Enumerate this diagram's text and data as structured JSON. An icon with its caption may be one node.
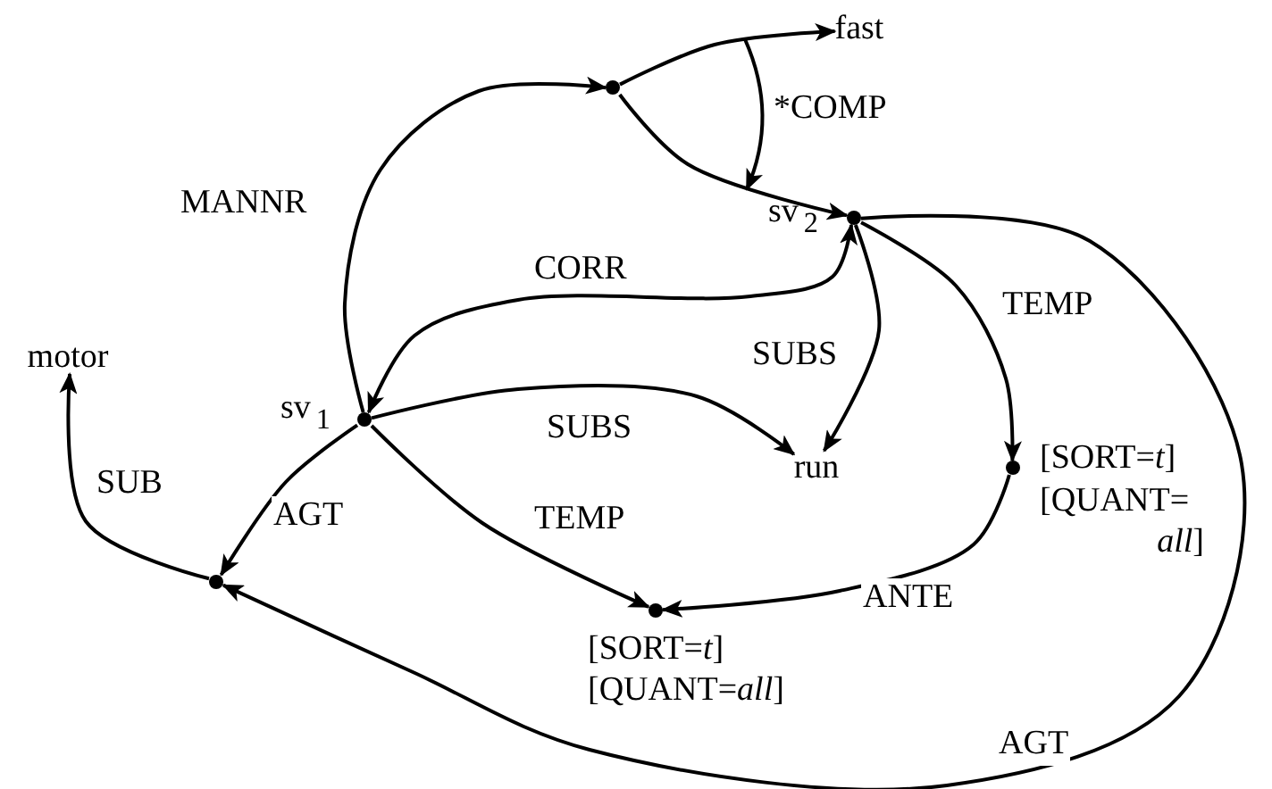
{
  "diagram": {
    "nodes": [
      {
        "text": [],
        "shape": "circle"
      },
      {
        "text": [
          "fast"
        ]
      },
      {
        "text": [],
        "shape": "circle",
        "beside": [
          "sv$_{2}$"
        ]
      },
      {
        "text": [
          "motor"
        ]
      },
      {
        "text": [],
        "shape": "circle",
        "beside": [
          "sv$_{1}$"
        ]
      },
      {
        "text": [
          "run"
        ]
      },
      {
        "text": [],
        "shape": "circle",
        "beside": [
          "[SORT=*t*]",
          "[QUANT= *all*]"
        ]
      },
      {
        "text": [],
        "shape": "circle"
      },
      {
        "text": [],
        "shape": "circle",
        "beside": [
          "[SORT=*t*]",
          "[QUANT=*all*]"
        ]
      }
    ],
    "edges": [
      {
        "from": 4,
        "to": 0,
        "arrow": "to",
        "label": "MANNR"
      },
      {
        "from": 0,
        "to": 1,
        "arrow": "to"
      },
      {
        "from": 0,
        "to": 2,
        "arrow": "to"
      },
      {
        "from": 2,
        "to": 4,
        "arrow": "both",
        "label": "CORR"
      },
      {
        "from": 4,
        "to": 5,
        "arrow": "to",
        "label": "SUBS"
      },
      {
        "from": 2,
        "to": 5,
        "arrow": "to",
        "label": "SUBS"
      },
      {
        "from": 2,
        "to": 6,
        "arrow": "to",
        "label": "TEMP"
      },
      {
        "from": 6,
        "to": 8,
        "arrow": "to",
        "label": "ANTE"
      },
      {
        "from": 4,
        "to": 8,
        "arrow": "to",
        "label": "TEMP"
      },
      {
        "from": 4,
        "to": 7,
        "arrow": "to",
        "label": "AGT"
      },
      {
        "from": 7,
        "to": 3,
        "arrow": "to",
        "label": "SUB"
      },
      {
        "from": 2,
        "to": 7,
        "arrow": "to",
        "label": "AGT"
      }
    ],
    "labels": [
      "*COMP"
    ]
  }
}
